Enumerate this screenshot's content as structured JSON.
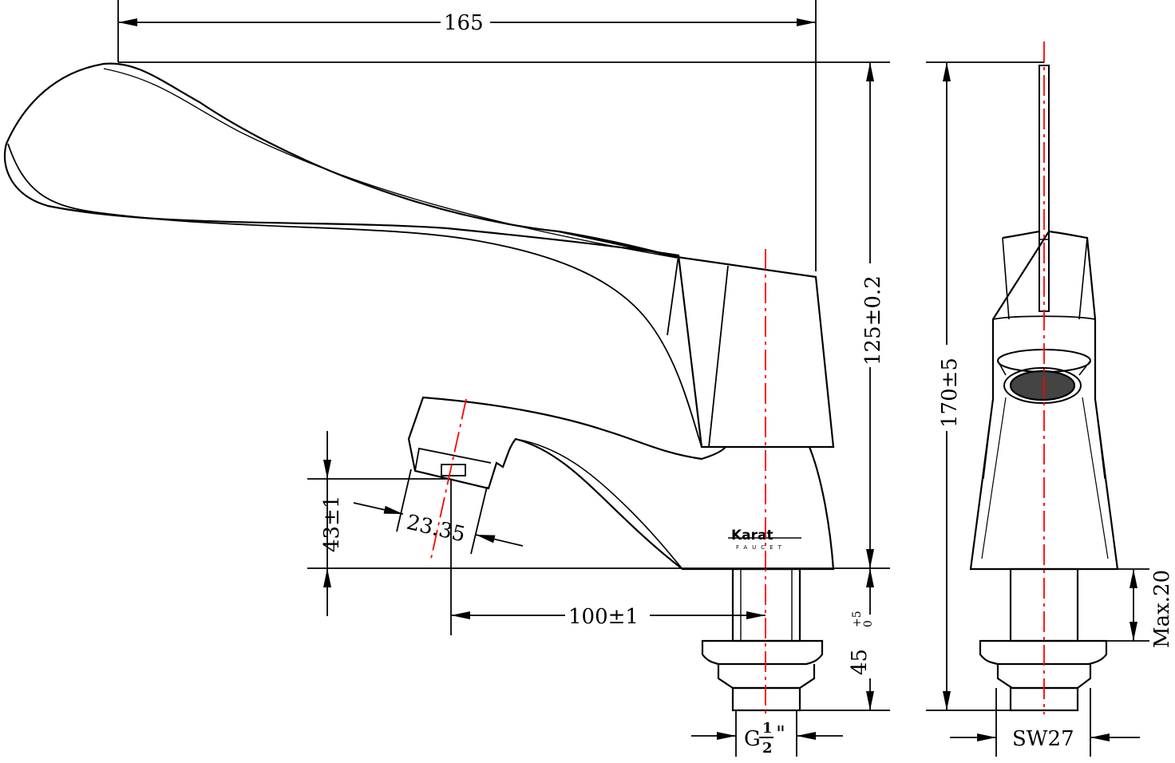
{
  "title": "",
  "dimensions": {
    "overall_length": "165",
    "handle_height": "125±0.2",
    "total_height": "170±5",
    "spout_height": "43±1",
    "aerator_diameter": "23.35",
    "spout_reach": "100±1",
    "shank_length_main": "45",
    "shank_tol_upper": "+5",
    "shank_tol_lower": "0",
    "thread_main": "G",
    "thread_num": "1",
    "thread_den": "2",
    "thread_suffix": "\"",
    "wrench_size": "SW27",
    "max_deck": "Max.20"
  },
  "brand": {
    "logo": "Karat",
    "logo_sub": "FAUCET"
  },
  "colors": {
    "line": "#000000",
    "centerline": "#ff0000"
  }
}
